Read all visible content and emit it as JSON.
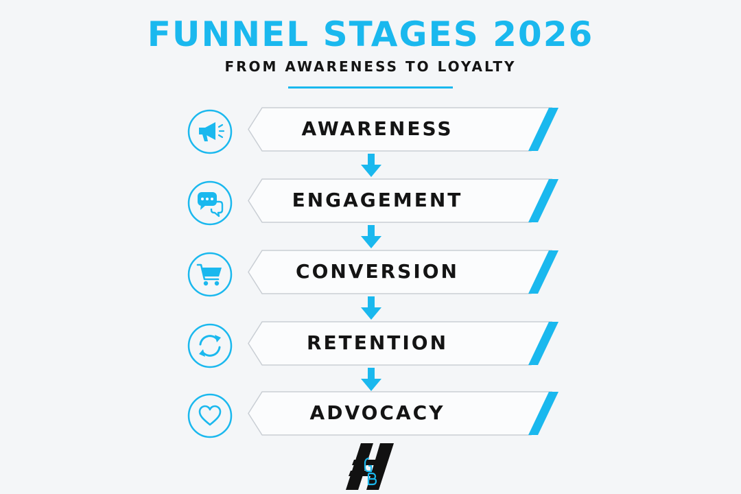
{
  "title": "FUNNEL STAGES 2026",
  "subtitle": "FROM AWARENESS TO LOYALTY",
  "colors": {
    "accent": "#1ab8ee",
    "text": "#141414",
    "background": "#f4f6f8",
    "box_fill": "#fbfcfd",
    "box_border": "#c9ced4",
    "logo": "#111111"
  },
  "stages": [
    {
      "label": "AWARENESS",
      "icon": "megaphone-icon"
    },
    {
      "label": "ENGAGEMENT",
      "icon": "chat-bubbles-icon"
    },
    {
      "label": "CONVERSION",
      "icon": "shopping-cart-icon"
    },
    {
      "label": "RETENTION",
      "icon": "refresh-cycle-icon"
    },
    {
      "label": "ADVOCACY",
      "icon": "heart-icon"
    }
  ],
  "logo": {
    "icon": "brand-logo-icon",
    "text": "GB"
  }
}
